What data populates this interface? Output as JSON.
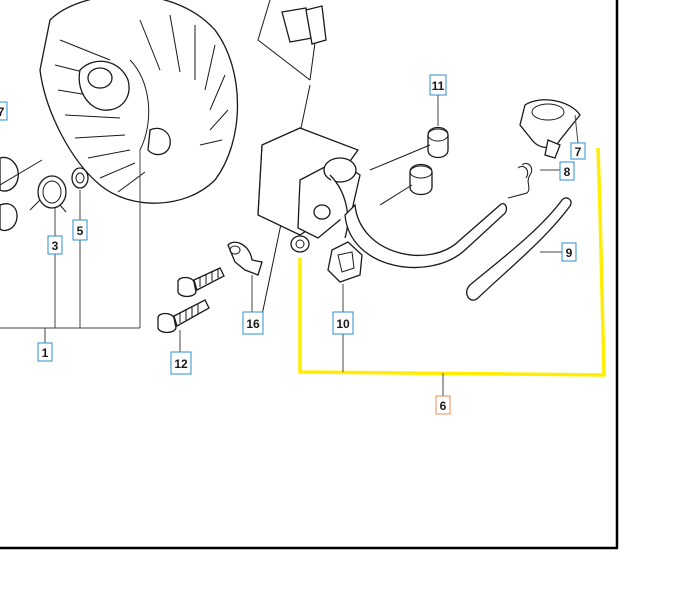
{
  "diagram": {
    "colors": {
      "highlight": "#ffee00",
      "label_border": "#2a8fd0",
      "label_border_selected": "#f08a4b",
      "frame": "#000000"
    },
    "labels": {
      "l1": "1",
      "l3": "3",
      "l5": "5",
      "l6": "6",
      "l7_left": "7",
      "l7_right": "7",
      "l8": "8",
      "l9": "9",
      "l10": "10",
      "l11": "11",
      "l12": "12",
      "l16": "16"
    },
    "selected_part": "6"
  }
}
